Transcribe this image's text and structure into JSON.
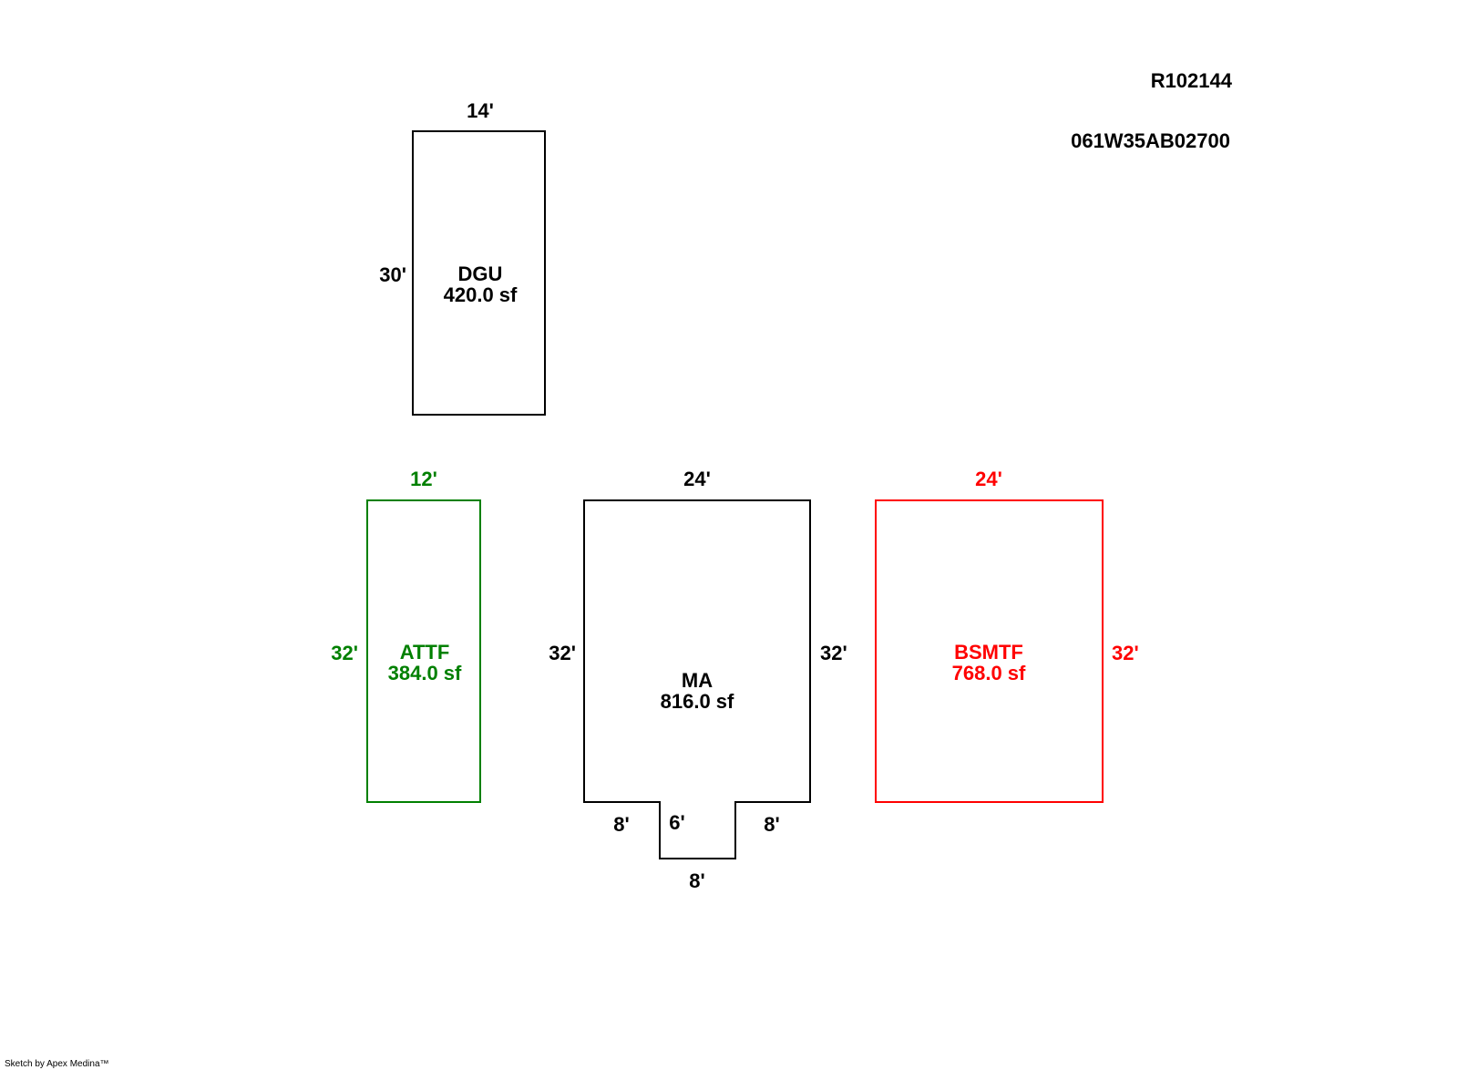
{
  "header": {
    "account_number": "R102144",
    "map_tax_lot": "061W35AB02700"
  },
  "colors": {
    "default": "#000000",
    "attf": "#008000",
    "bsmtf": "#ff0000"
  },
  "areas": {
    "dgu": {
      "code": "DGU",
      "area": "420.0 sf",
      "dim_top": "14'",
      "dim_left": "30'"
    },
    "attf": {
      "code": "ATTF",
      "area": "384.0 sf",
      "dim_top": "12'",
      "dim_left": "32'"
    },
    "ma": {
      "code": "MA",
      "area": "816.0 sf",
      "dim_top": "24'",
      "dim_left": "32'",
      "dim_right": "32'",
      "dim_bottom_left": "8'",
      "dim_notch_side": "6'",
      "dim_bottom_right": "8'",
      "dim_notch_bottom": "8'"
    },
    "bsmtf": {
      "code": "BSMTF",
      "area": "768.0 sf",
      "dim_top": "24'",
      "dim_right": "32'"
    }
  },
  "footer": {
    "credit": "Sketch by Apex Medina™"
  }
}
